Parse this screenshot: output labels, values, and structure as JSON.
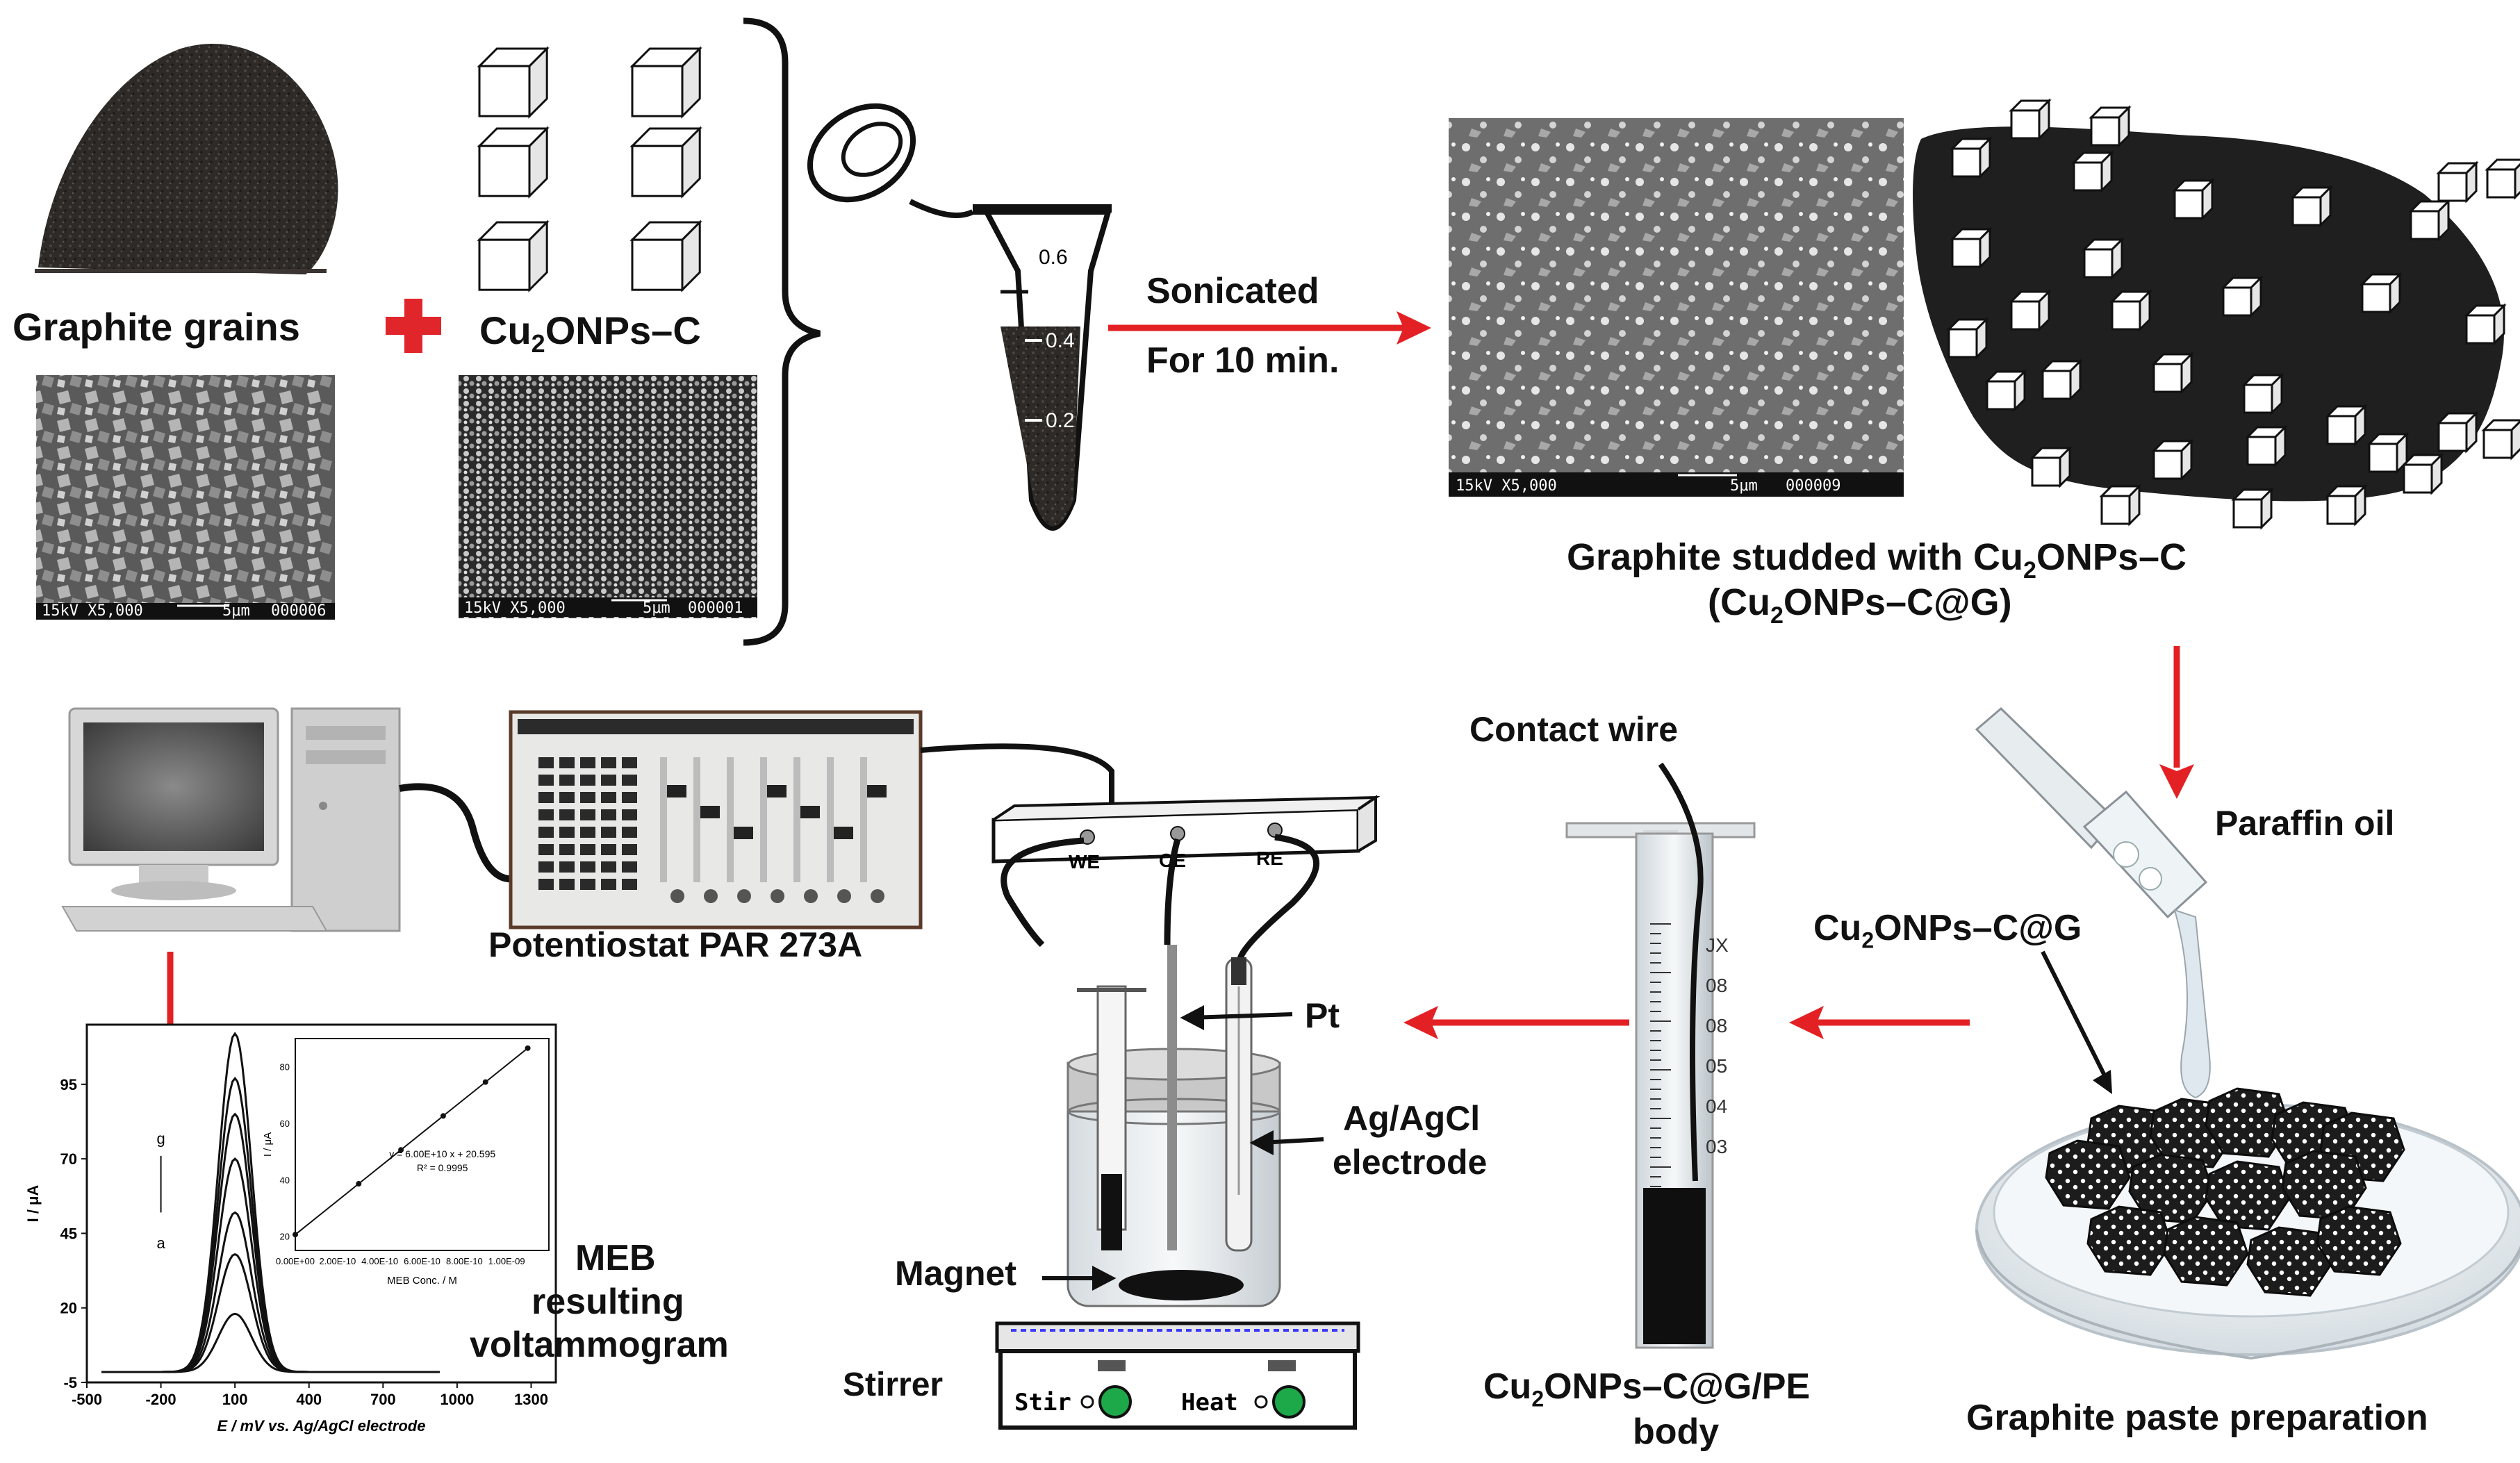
{
  "colors": {
    "arrow": "#e32124",
    "plus": "#e0262b",
    "paste": "#1c1c1c",
    "sem_bg": "#3b3b3b"
  },
  "labels": {
    "graphite_grains": "Graphite grains",
    "cu2onps_c": "Cu",
    "cu2onps_c_sub": "2",
    "cu2onps_c_rest": "ONPs–C",
    "sonicated": "Sonicated",
    "for_10_min": "For 10 min.",
    "studded_line1_a": "Graphite studded with Cu",
    "studded_line1_sub": "2",
    "studded_line1_b": "ONPs–C",
    "studded_line2_a": "(Cu",
    "studded_line2_sub": "2",
    "studded_line2_b": "ONPs–C@G)",
    "contact_wire": "Contact wire",
    "paraffin_oil": "Paraffin oil",
    "paste_label_a": "Cu",
    "paste_label_sub": "2",
    "paste_label_b": "ONPs–C@G",
    "potentiostat": "Potentiostat PAR 273A",
    "pt": "Pt",
    "ag_agcl_1": "Ag/AgCl",
    "ag_agcl_2": "electrode",
    "magnet": "Magnet",
    "stirrer": "Stirrer",
    "meb_1": "MEB",
    "meb_2": "resulting",
    "meb_3": "voltammogram",
    "pe_body_1a": "Cu",
    "pe_body_1sub": "2",
    "pe_body_1b": "ONPs–C@G/PE",
    "pe_body_2": "body",
    "graphite_paste_prep": "Graphite paste preparation",
    "we": "WE",
    "ce": "CE",
    "re": "RE",
    "stir": "Stir",
    "heat": "Heat",
    "tube_mark_top": "0.6",
    "tube_mark_mid": "0.4",
    "tube_mark_low": "0.2",
    "syringe_marks": [
      "JX",
      "08",
      "08",
      "05",
      "04",
      "03"
    ]
  },
  "sem_captions": {
    "graphite": {
      "left": "15kV  X5,000",
      "scale": "5μm",
      "id": "000006"
    },
    "cu2o": {
      "left": "15kV  X5,000",
      "scale": "5μm",
      "id": "000001"
    },
    "composite": {
      "left": "15kV  X5,000",
      "scale": "5μm",
      "id": "000009"
    }
  },
  "chart_data": {
    "type": "line",
    "xlabel": "E / mV vs. Ag/AgCl electrode",
    "ylabel": "I / μA",
    "xlim": [
      -500,
      1400
    ],
    "ylim": [
      -5,
      115
    ],
    "x_ticks": [
      "-500",
      "-200",
      "100",
      "400",
      "700",
      "1000",
      "1300"
    ],
    "y_ticks": [
      "-5",
      "20",
      "45",
      "70",
      "95"
    ],
    "curve_labels": {
      "top": "g",
      "bottom": "a"
    },
    "series": [
      {
        "peak": 112
      },
      {
        "peak": 97
      },
      {
        "peak": 85
      },
      {
        "peak": 70
      },
      {
        "peak": 52
      },
      {
        "peak": 38
      },
      {
        "peak": 18
      }
    ],
    "peak_x": 100,
    "inset": {
      "type": "scatter",
      "xlabel": "MEB Conc. / M",
      "ylabel": "I / μA",
      "x_ticks": [
        "0.00E+00",
        "2.00E-10",
        "4.00E-10",
        "6.00E-10",
        "8.00E-10",
        "1.00E-09"
      ],
      "y_ticks": [
        "20",
        "40",
        "60",
        "80"
      ],
      "equation": "y = 6.00E+10 x + 20.595",
      "r2": "R² = 0.9995",
      "x": [
        0,
        3e-10,
        5e-10,
        7e-10,
        9e-10,
        1.1e-09
      ],
      "y": [
        20.6,
        38.6,
        50.6,
        62.6,
        74.6,
        86.6
      ],
      "xlim": [
        0,
        1.2e-09
      ],
      "ylim": [
        15,
        90
      ]
    }
  }
}
